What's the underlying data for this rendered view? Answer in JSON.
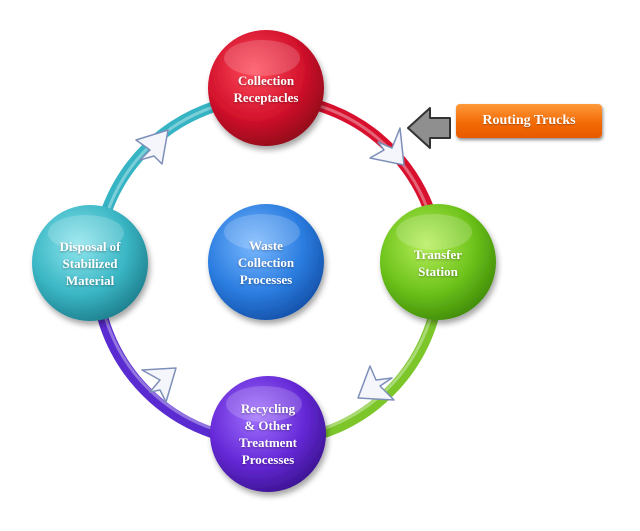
{
  "nodes": {
    "collection": {
      "lines": [
        "Collection",
        "Receptacles"
      ],
      "color": "#c8102e"
    },
    "transfer": {
      "lines": [
        "Transfer",
        "Station"
      ],
      "color": "#6fc21a"
    },
    "recycling": {
      "lines": [
        "Recycling",
        "& Other",
        "Treatment",
        "Processes"
      ],
      "color": "#6a2bd9"
    },
    "disposal": {
      "lines": [
        "Disposal of",
        "Stabilized",
        "Material"
      ],
      "color": "#3db8c6"
    },
    "center": {
      "lines": [
        "Waste",
        "Collection",
        "Processes"
      ],
      "color": "#2b7de0"
    }
  },
  "callout": {
    "label": "Routing Trucks",
    "color": "#f26a05"
  },
  "ring_colors": [
    "#d8102e",
    "#7cc62a",
    "#5a2bd0",
    "#36b4c4"
  ]
}
